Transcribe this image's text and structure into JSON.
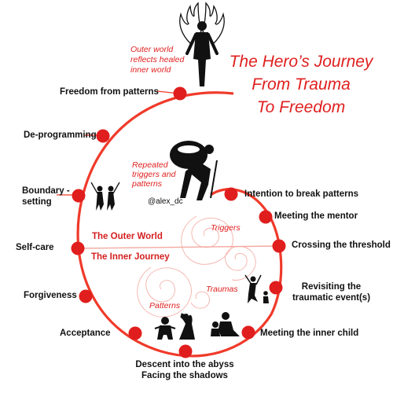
{
  "title": {
    "line1": "The Hero’s Journey",
    "line2": "From Trauma",
    "line3": "To Freedom"
  },
  "top_note": {
    "line1": "Outer world",
    "line2": "reflects healed",
    "line3": "inner world"
  },
  "mid_note": {
    "line1": "Repeated",
    "line2": "triggers and",
    "line3": "patterns"
  },
  "handle": "@alex_dc",
  "worlds": {
    "outer": "The Outer World",
    "inner": "The Inner Journey"
  },
  "spiral_labels": {
    "triggers": "Triggers",
    "traumas": "Traumas",
    "patterns": "Patterns"
  },
  "stages_left": {
    "freedom": "Freedom from patterns",
    "deprogramming": "De-programming",
    "boundary1": "Boundary -",
    "boundary2": "setting",
    "selfcare": "Self-care",
    "forgiveness": "Forgiveness",
    "acceptance": "Acceptance"
  },
  "stages_right": {
    "intention": "Intention to break patterns",
    "mentor": "Meeting the mentor",
    "threshold": "Crossing the threshold",
    "revisit1": "Revisiting the",
    "revisit2": "traumatic event(s)",
    "innerchild": "Meeting the inner child"
  },
  "stages_bottom": {
    "line1": "Descent into the abyss",
    "line2": "Facing the shadows"
  },
  "icons": [
    "angel-hero-icon",
    "backpacker-hiker-icon",
    "dancing-figures-icon",
    "falling-figure-icon",
    "adult-child-icon",
    "shadow-monsters-icon"
  ],
  "colors": {
    "accent": "#e02020",
    "line": "#f03a2a",
    "text": "#111111"
  }
}
